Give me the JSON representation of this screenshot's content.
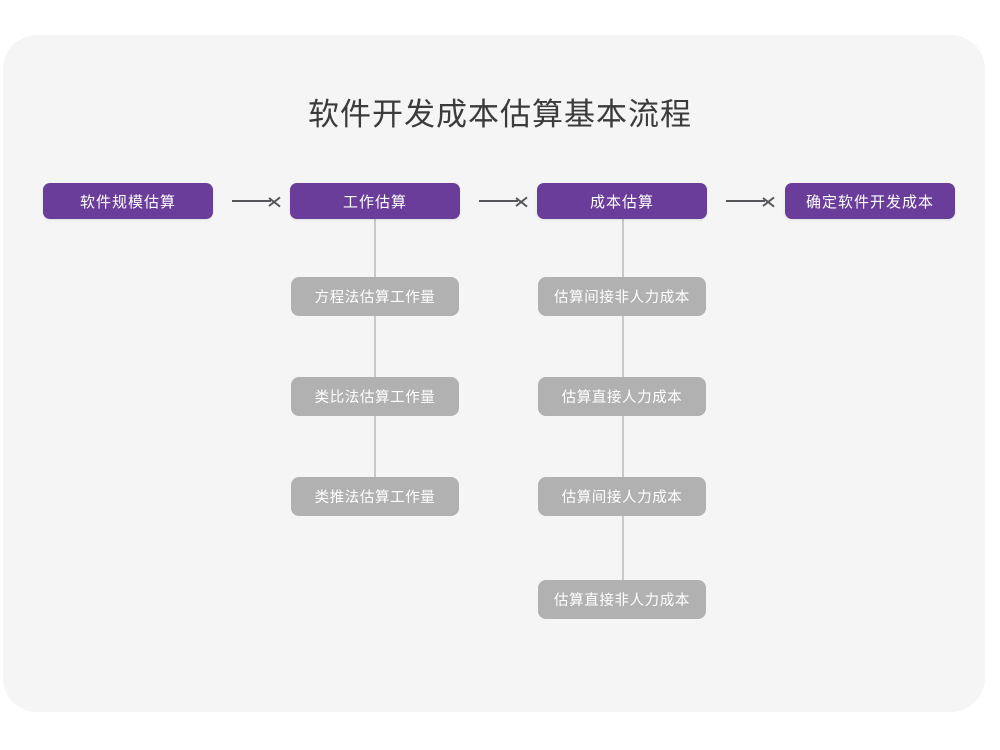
{
  "diagram": {
    "title": "软件开发成本估算基本流程",
    "colors": {
      "canvas": "#ffffff",
      "card": "#f5f5f5",
      "primary_node": "#6a3d9a",
      "secondary_node": "#b1b1b1",
      "node_text": "#ffffff",
      "title_text": "#3c3b3b",
      "arrow": "#57555a",
      "connector_line": "#c9c9c9"
    },
    "main_flow": [
      {
        "label": "软件规模估算"
      },
      {
        "label": "工作估算"
      },
      {
        "label": "成本估算"
      },
      {
        "label": "确定软件开发成本"
      }
    ],
    "arrows": [
      {
        "name": "arrow-1",
        "from": "软件规模估算",
        "to": "工作估算",
        "glyph": "→"
      },
      {
        "name": "arrow-2",
        "from": "工作估算",
        "to": "成本估算",
        "glyph": "→"
      },
      {
        "name": "arrow-3",
        "from": "成本估算",
        "to": "确定软件开发成本",
        "glyph": "→"
      }
    ],
    "branches": [
      {
        "parent": "工作估算",
        "items": [
          {
            "label": "方程法估算工作量"
          },
          {
            "label": "类比法估算工作量"
          },
          {
            "label": "类推法估算工作量"
          }
        ]
      },
      {
        "parent": "成本估算",
        "items": [
          {
            "label": "估算间接非人力成本"
          },
          {
            "label": "估算直接人力成本"
          },
          {
            "label": "估算间接人力成本"
          },
          {
            "label": "估算直接非人力成本"
          }
        ]
      }
    ]
  }
}
